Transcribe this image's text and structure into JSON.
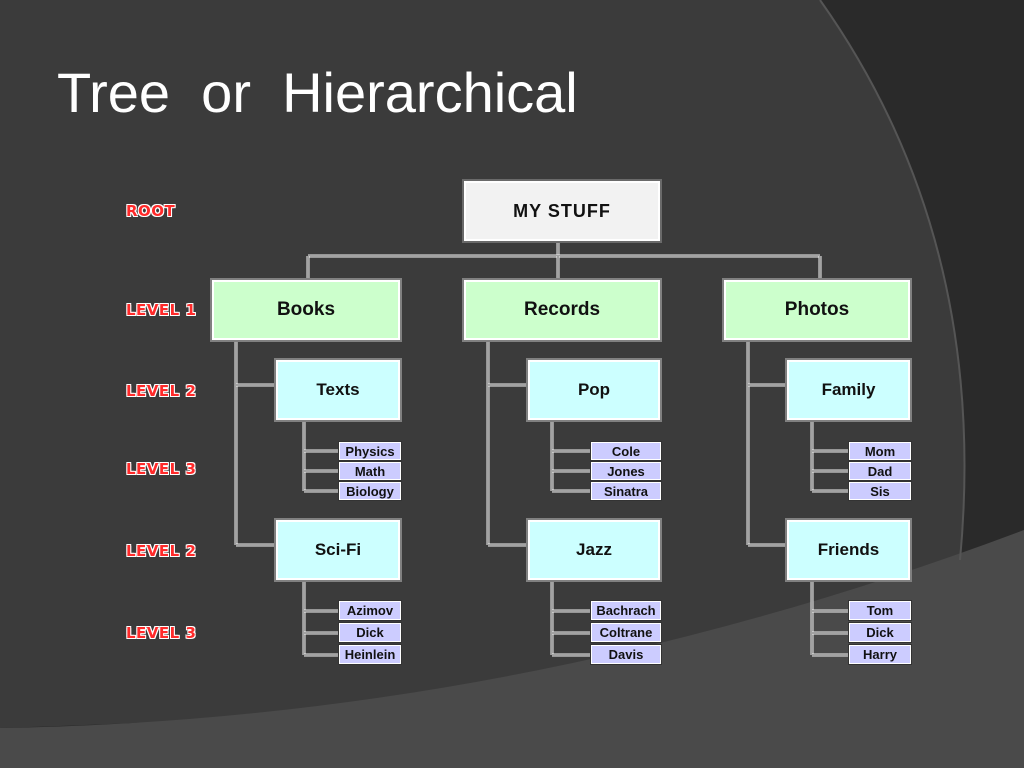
{
  "slide": {
    "title": "Tree  or  Hierarchical"
  },
  "diagram": {
    "root": "MY STUFF",
    "levels": [
      "ROOT",
      "LEVEL 1",
      "LEVEL 2",
      "LEVEL 3",
      "LEVEL 2",
      "LEVEL 3"
    ],
    "categories": [
      {
        "label": "Books",
        "groups": [
          {
            "label": "Texts",
            "items": [
              "Physics",
              "Math",
              "Biology"
            ]
          },
          {
            "label": "Sci-Fi",
            "items": [
              "Azimov",
              "Dick",
              "Heinlein"
            ]
          }
        ]
      },
      {
        "label": "Records",
        "groups": [
          {
            "label": "Pop",
            "items": [
              "Cole",
              "Jones",
              "Sinatra"
            ]
          },
          {
            "label": "Jazz",
            "items": [
              "Bachrach",
              "Coltrane",
              "Davis"
            ]
          }
        ]
      },
      {
        "label": "Photos",
        "groups": [
          {
            "label": "Family",
            "items": [
              "Mom",
              "Dad",
              "Sis"
            ]
          },
          {
            "label": "Friends",
            "items": [
              "Tom",
              "Dick",
              "Harry"
            ]
          }
        ]
      }
    ]
  }
}
